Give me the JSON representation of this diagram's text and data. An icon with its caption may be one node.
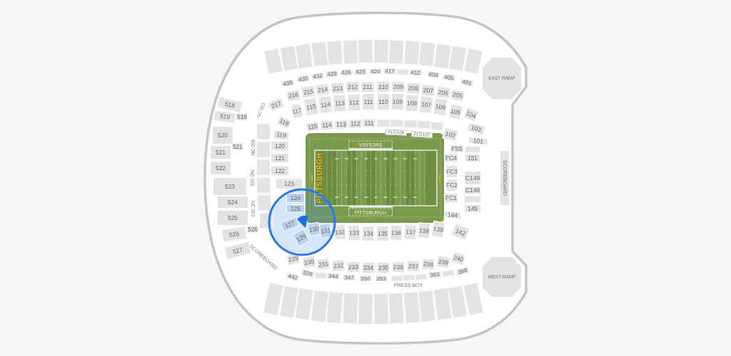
{
  "diagram": {
    "nodes": [
      {
        "text": [],
        "shape": "box"
      },
      {
        "text": [],
        "shape": "box"
      },
      {
        "text": [],
        "shape": "box"
      },
      {
        "text": [],
        "shape": "box"
      },
      {
        "text": [],
        "shape": "box"
      },
      {
        "text": [],
        "shape": "box"
      },
      {
        "text": [],
        "shape": "box"
      },
      {
        "text": [],
        "shape": "box"
      },
      {
        "text": [],
        "shape": "box"
      },
      {
        "text": [],
        "shape": "box"
      },
      {
        "text": [],
        "shape": "box"
      },
      {
        "text": [],
        "shape": "box"
      },
      {
        "text": [],
        "shape": "box"
      },
      {
        "text": [],
        "shape": "box"
      },
      {
        "text": [
          "EAST RAMP"
        ]
      },
      {
        "text": [
          "438"
        ]
      },
      {
        "text": [
          "435"
        ]
      },
      {
        "text": [
          "432"
        ]
      },
      {
        "text": [
          "429"
        ]
      },
      {
        "text": [
          "426"
        ]
      },
      {
        "text": [
          "423"
        ]
      },
      {
        "text": [
          "420"
        ]
      },
      {
        "text": [
          "417"
        ]
      },
      {
        "text": [
          "412"
        ]
      },
      {
        "text": [
          "408"
        ]
      },
      {
        "text": [
          "405"
        ]
      },
      {
        "text": [
          "401"
        ]
      },
      {
        "text": [
          "216"
        ]
      },
      {
        "text": [
          "215"
        ]
      },
      {
        "text": [
          "214"
        ]
      },
      {
        "text": [
          "213"
        ]
      },
      {
        "text": [
          "212"
        ]
      },
      {
        "text": [
          "211"
        ]
      },
      {
        "text": [
          "210"
        ]
      },
      {
        "text": [
          "209"
        ]
      },
      {
        "text": [
          "208"
        ]
      },
      {
        "text": [
          "207"
        ]
      },
      {
        "text": [
          "206"
        ]
      },
      {
        "text": [
          "205"
        ]
      },
      {
        "text": [
          "217"
        ]
      },
      {
        "text": [
          "117"
        ]
      },
      {
        "text": [
          "115"
        ]
      },
      {
        "text": [
          "114"
        ]
      },
      {
        "text": [
          "113"
        ]
      },
      {
        "text": [
          "112"
        ]
      },
      {
        "text": [
          "111"
        ]
      },
      {
        "text": [
          "110"
        ]
      },
      {
        "text": [
          "109"
        ]
      },
      {
        "text": [
          "108"
        ]
      },
      {
        "text": [
          "107"
        ]
      },
      {
        "text": [
          "106"
        ]
      },
      {
        "text": [
          "105"
        ]
      },
      {
        "text": [
          "104"
        ]
      },
      {
        "text": [
          "518"
        ]
      },
      {
        "text": [
          "519"
        ]
      },
      {
        "text": [
          "519"
        ]
      },
      {
        "text": [
          "118"
        ]
      },
      {
        "text": [
          "119"
        ]
      },
      {
        "text": [
          "115"
        ]
      },
      {
        "text": [
          "114"
        ]
      },
      {
        "text": [
          "113"
        ]
      },
      {
        "text": [
          "112"
        ]
      },
      {
        "text": [
          "111"
        ]
      },
      {
        "text": [],
        "shape": "box"
      },
      {
        "text": [],
        "shape": "box"
      },
      {
        "text": [],
        "shape": "box"
      },
      {
        "text": [],
        "shape": "box"
      },
      {
        "text": [],
        "shape": "box"
      },
      {
        "text": [
          "FLD109"
        ]
      },
      {
        "text": [
          "FLD107"
        ]
      },
      {
        "text": [
          "102"
        ]
      },
      {
        "text": [
          "103"
        ]
      },
      {
        "text": [
          "101"
        ]
      },
      {
        "text": [
          "520"
        ]
      },
      {
        "text": [
          "521"
        ]
      },
      {
        "text": [
          "521"
        ]
      },
      {
        "text": [
          "120"
        ]
      },
      {
        "text": [
          "FS5"
        ]
      },
      {
        "text": [],
        "shape": "box"
      },
      {
        "text": [
          "FC4"
        ]
      },
      {
        "text": [
          "151"
        ]
      },
      {
        "text": [
          "121"
        ]
      },
      {
        "text": [
          "VISITORS"
        ]
      },
      {
        "text": [
          "522"
        ]
      },
      {
        "text": [
          "122"
        ]
      },
      {
        "text": [
          "FC3"
        ]
      },
      {
        "text": [
          "C149"
        ]
      },
      {
        "text": [
          "FC2"
        ]
      },
      {
        "text": [
          "C148"
        ]
      },
      {
        "text": [
          "523"
        ]
      },
      {
        "text": [
          "123"
        ]
      },
      {
        "text": [
          "124"
        ]
      },
      {
        "text": [
          "FC1"
        ]
      },
      {
        "text": [],
        "shape": "box"
      },
      {
        "text": [
          "524"
        ]
      },
      {
        "text": [
          "145"
        ]
      },
      {
        "text": [
          "125"
        ]
      },
      {
        "text": [
          "PITTSBURGH"
        ]
      },
      {
        "text": [
          "144"
        ]
      },
      {
        "text": [
          "525"
        ]
      },
      {
        "text": [
          "127"
        ]
      },
      {
        "text": [
          "130"
        ]
      },
      {
        "text": [
          "131"
        ]
      },
      {
        "text": [
          "132"
        ]
      },
      {
        "text": [
          "133"
        ]
      },
      {
        "text": [
          "134"
        ]
      },
      {
        "text": [
          "135"
        ]
      },
      {
        "text": [
          "136"
        ]
      },
      {
        "text": [
          "137"
        ]
      },
      {
        "text": [
          "138"
        ]
      },
      {
        "text": [
          "139"
        ]
      },
      {
        "text": [
          "142"
        ]
      },
      {
        "text": [
          "526"
        ]
      },
      {
        "text": [
          "526"
        ]
      },
      {
        "text": [
          "129"
        ]
      },
      {
        "text": [
          "527"
        ]
      },
      {
        "text": [
          "229"
        ]
      },
      {
        "text": [
          "230"
        ]
      },
      {
        "text": [
          "231"
        ]
      },
      {
        "text": [
          "232"
        ]
      },
      {
        "text": [
          "233"
        ]
      },
      {
        "text": [
          "234"
        ]
      },
      {
        "text": [
          "235"
        ]
      },
      {
        "text": [
          "236"
        ]
      },
      {
        "text": [
          "237"
        ]
      },
      {
        "text": [
          "238"
        ]
      },
      {
        "text": [
          "239"
        ]
      },
      {
        "text": [
          "240"
        ]
      },
      {
        "text": [
          "442"
        ]
      },
      {
        "text": [
          "339"
        ]
      },
      {
        "text": [
          "344"
        ]
      },
      {
        "text": [
          "347"
        ]
      },
      {
        "text": [
          "350"
        ]
      },
      {
        "text": [
          "353"
        ]
      },
      {
        "text": [
          "363"
        ]
      },
      {
        "text": [
          "368"
        ]
      },
      {
        "text": [
          "WEST RAMP"
        ]
      },
      {
        "text": [
          "SCOREBOARD"
        ]
      },
      {
        "text": [],
        "shape": "box"
      },
      {
        "text": [],
        "shape": "box"
      },
      {
        "text": [],
        "shape": "box"
      },
      {
        "text": [],
        "shape": "box"
      },
      {
        "text": [],
        "shape": "box"
      },
      {
        "text": [],
        "shape": "box"
      },
      {
        "text": [],
        "shape": "box"
      },
      {
        "text": [],
        "shape": "box"
      },
      {
        "text": [],
        "shape": "box"
      },
      {
        "text": [],
        "shape": "box"
      },
      {
        "text": [],
        "shape": "box"
      },
      {
        "text": [],
        "shape": "box"
      },
      {
        "text": [],
        "shape": "box"
      },
      {
        "text": [],
        "shape": "box"
      },
      {
        "text": [],
        "shape": "box"
      },
      {
        "text": [],
        "shape": "box"
      },
      {
        "text": [],
        "shape": "box"
      },
      {
        "text": [],
        "shape": "box"
      },
      {
        "text": [],
        "shape": "box"
      },
      {
        "text": [],
        "shape": "box"
      },
      {
        "text": [],
        "shape": "box"
      },
      {
        "text": [],
        "shape": "box"
      },
      {
        "text": [],
        "shape": "box"
      },
      {
        "text": [],
        "shape": "box"
      },
      {
        "text": [],
        "shape": "box"
      },
      {
        "text": [],
        "shape": "box"
      }
    ],
    "labels": [
      "NC 003",
      "NC 006",
      "PITTSBURGH",
      "NC 008",
      "NC 010",
      "SCOREBOARD",
      "PRESS BOX"
    ]
  }
}
